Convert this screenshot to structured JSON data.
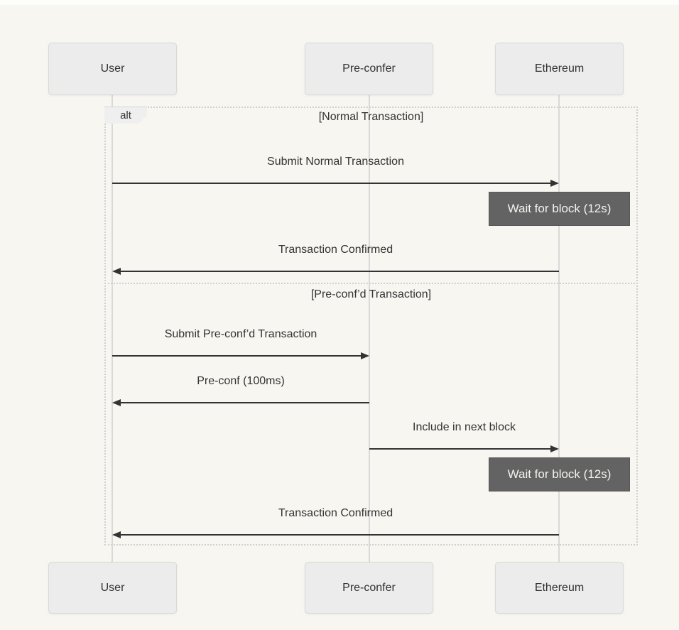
{
  "diagram": {
    "type": "sequence",
    "actors": [
      {
        "label": "User"
      },
      {
        "label": "Pre-confer"
      },
      {
        "label": "Ethereum"
      }
    ],
    "frame": {
      "operator": "alt",
      "sections": [
        {
          "label": "[Normal Transaction]"
        },
        {
          "label": "[Pre-conf’d Transaction]"
        }
      ]
    },
    "messages": [
      {
        "text": "Submit Normal Transaction",
        "from": "User",
        "to": "Ethereum"
      },
      {
        "text": "Transaction Confirmed",
        "from": "Ethereum",
        "to": "User"
      },
      {
        "text": "Submit Pre-conf’d Transaction",
        "from": "User",
        "to": "Pre-confer"
      },
      {
        "text": "Pre-conf (100ms)",
        "from": "Pre-confer",
        "to": "User"
      },
      {
        "text": "Include in next block",
        "from": "Pre-confer",
        "to": "Ethereum"
      },
      {
        "text": "Transaction Confirmed",
        "from": "Ethereum",
        "to": "User"
      }
    ],
    "notes": [
      {
        "text": "Wait for block (12s)",
        "over": "Ethereum"
      },
      {
        "text": "Wait for block (12s)",
        "over": "Ethereum"
      }
    ],
    "colors": {
      "background": "#f8f6f1",
      "actor_fill": "#ececec",
      "actor_border": "#d9d9d9",
      "frame_border": "#cfcfcf",
      "lifeline": "#d9d9d9",
      "arrow": "#333333",
      "note_fill": "#636363",
      "note_text": "#f4f3ef",
      "text": "#333333"
    }
  }
}
